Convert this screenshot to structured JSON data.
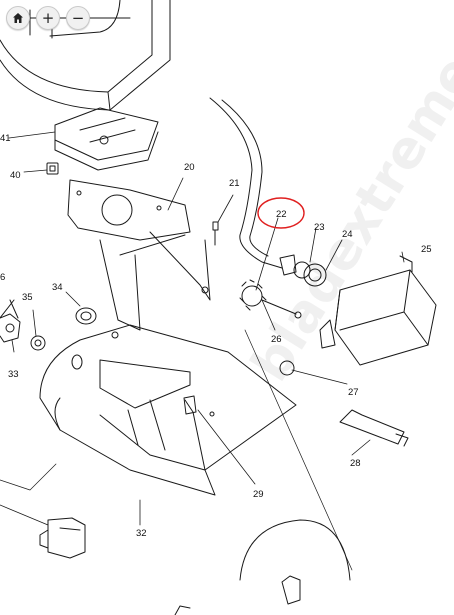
{
  "toolbar": {
    "home_icon": "home-icon",
    "zoom_in_glyph": "+",
    "zoom_out_glyph": "−"
  },
  "diagram": {
    "callouts": {
      "c41": "41",
      "c40": "40",
      "c20": "20",
      "c21": "21",
      "c22": "22",
      "c23": "23",
      "c24": "24",
      "c25": "25",
      "c26": "26",
      "c27": "27",
      "c28": "28",
      "c29": "29",
      "c32": "32",
      "c33": "33",
      "c34": "34",
      "c35": "35",
      "c36": "6"
    },
    "highlight_color": "#e02020"
  },
  "watermark": "bladextreme"
}
